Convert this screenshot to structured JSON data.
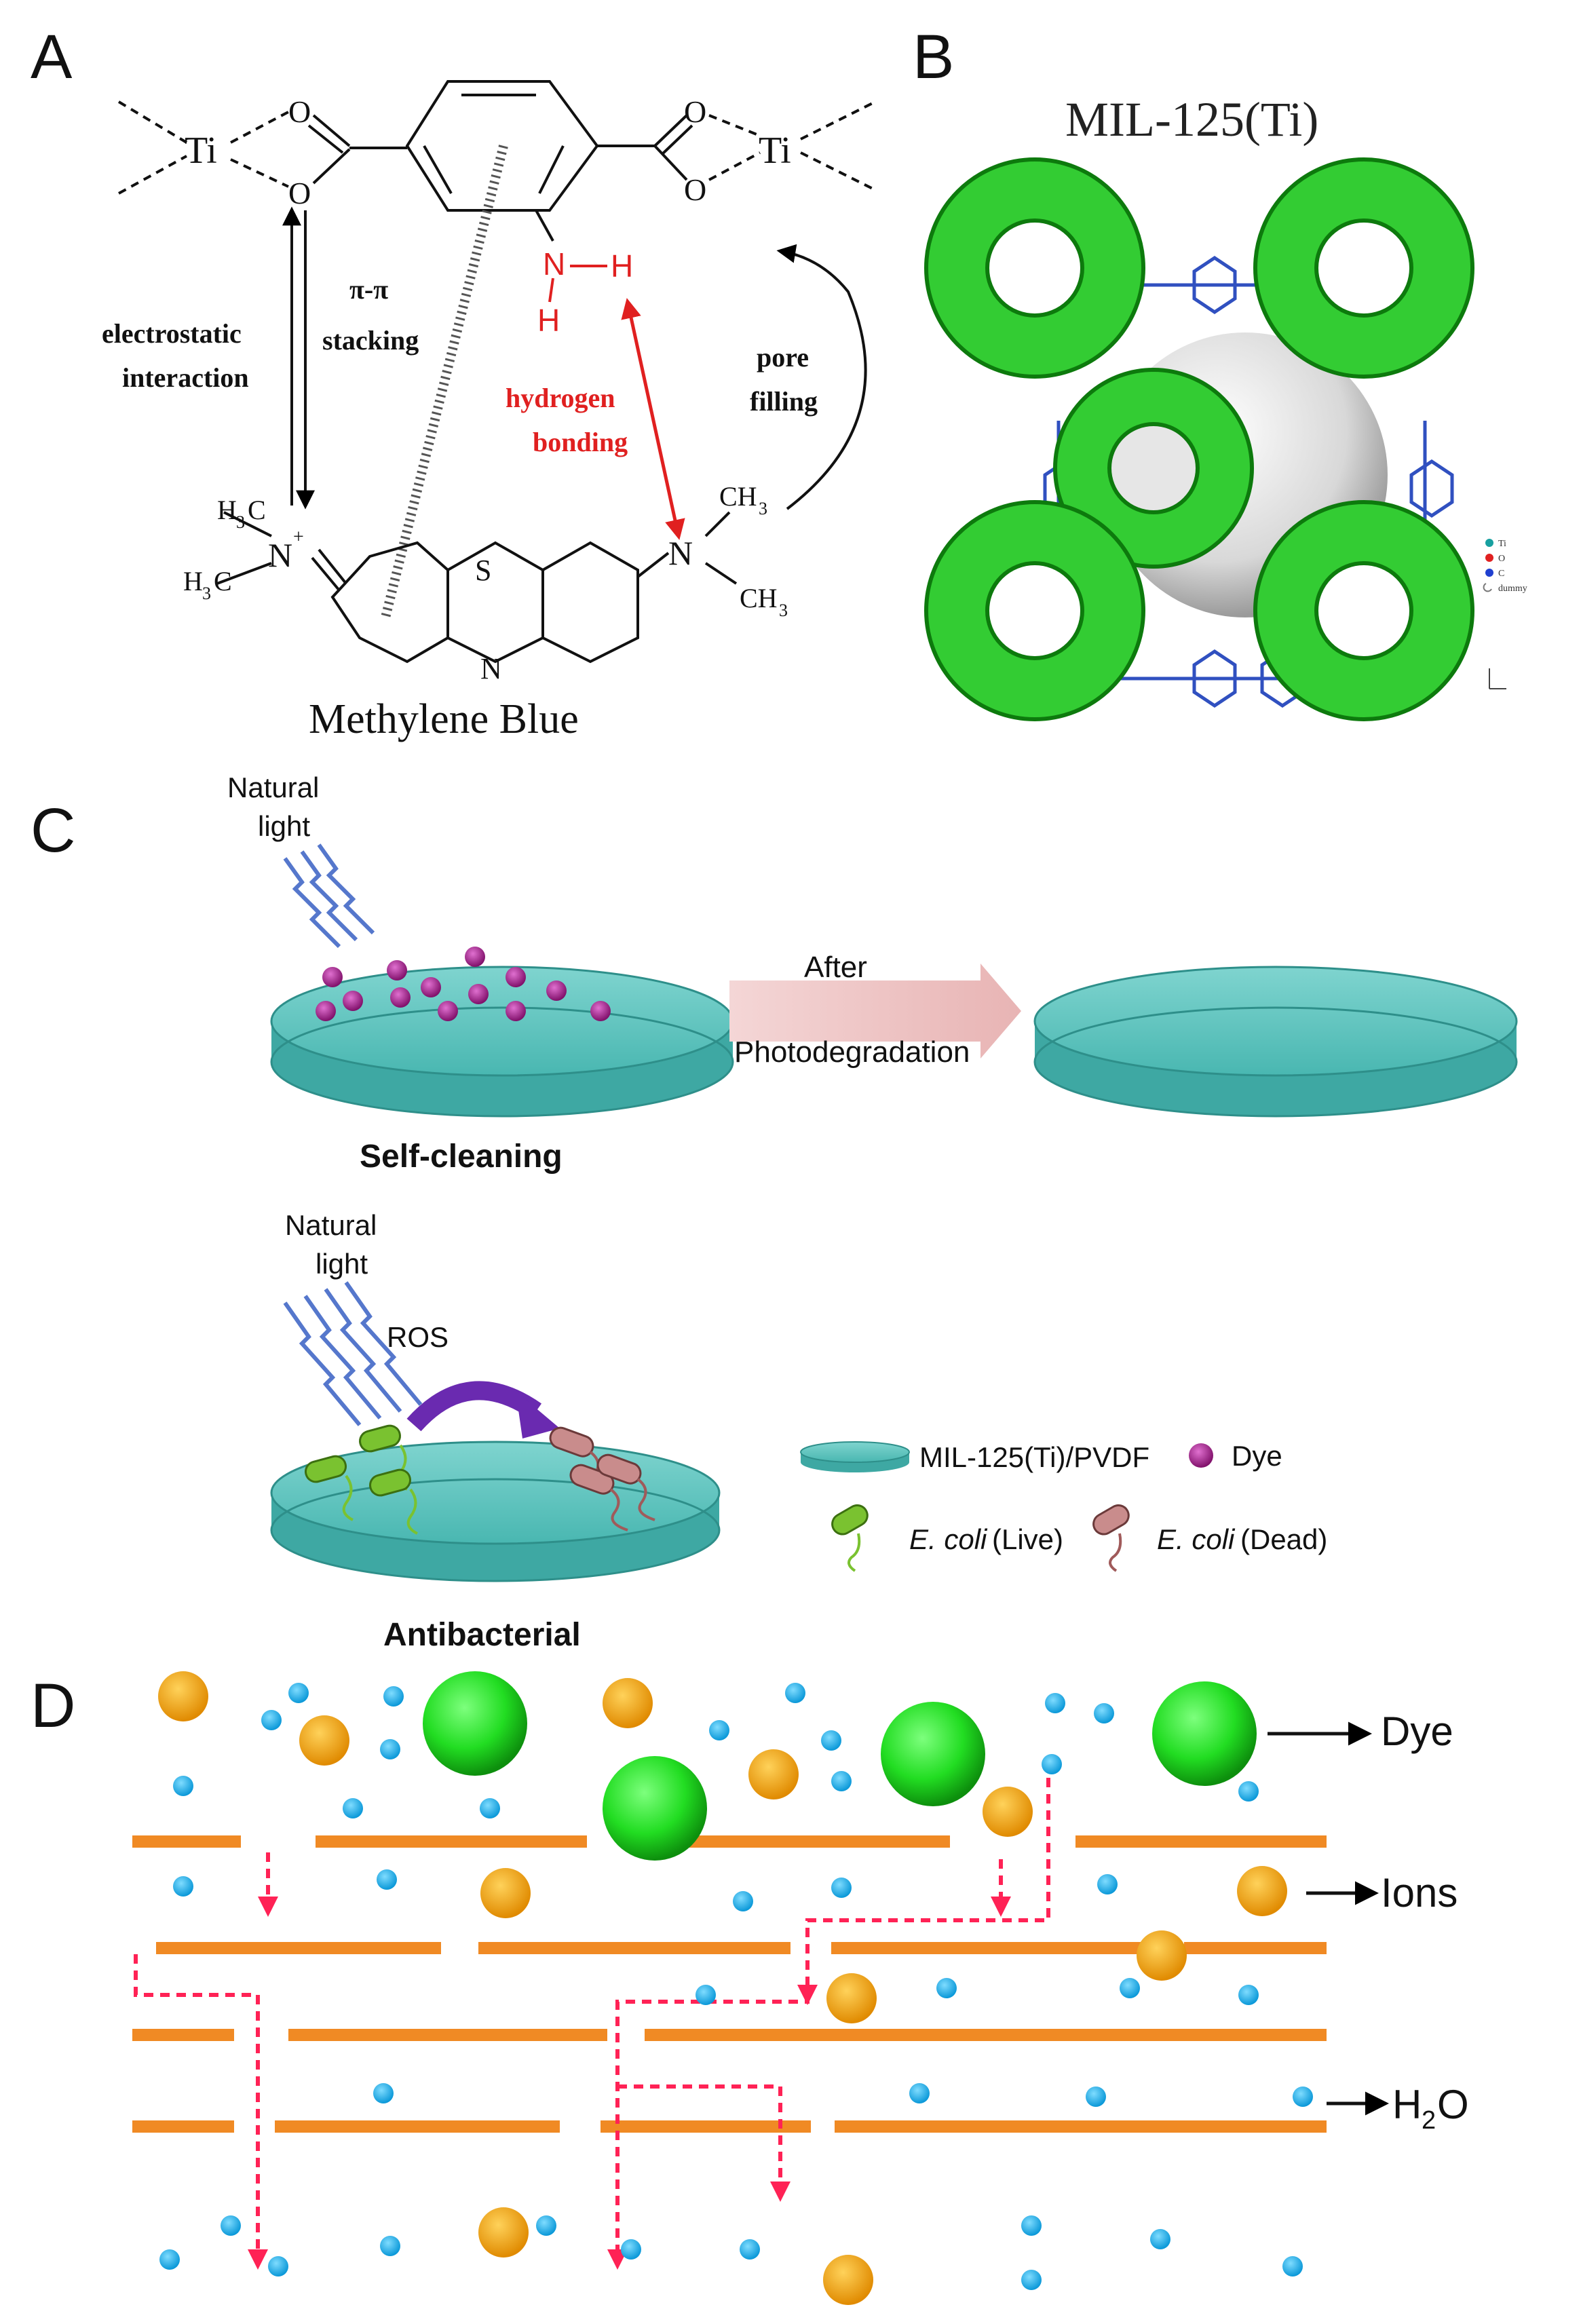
{
  "panels": {
    "a": {
      "letter": "A",
      "ti_left": "Ti",
      "ti_right": "Ti",
      "o_label": "O",
      "n_label": "N",
      "h_label": "H",
      "s_label": "S",
      "ch3": "CH",
      "h3c": "H",
      "three": "3",
      "plus": "+",
      "electrostatic_1": "electrostatic",
      "electrostatic_2": "interaction",
      "pipi_1": "π-π",
      "pipi_2": "stacking",
      "hbond_1": "hydrogen",
      "hbond_2": "bonding",
      "pore_1": "pore",
      "pore_2": "filling",
      "molecule_name": "Methylene Blue"
    },
    "b": {
      "letter": "B",
      "title": "MIL-125(Ti)",
      "legend": [
        "Ti",
        "O",
        "C",
        "dummy"
      ]
    },
    "c": {
      "letter": "C",
      "natural_light_1": "Natural",
      "natural_light_2": "light",
      "after": "After",
      "photodegradation": "Photodegradation",
      "self_cleaning": "Self-cleaning",
      "ros": "ROS",
      "antibacterial": "Antibacterial",
      "legend_membrane": "MIL-125(Ti)/PVDF",
      "legend_dye": "Dye",
      "legend_ecoli": "E. coli",
      "legend_live": "(Live)",
      "legend_dead": "(Dead)"
    },
    "d": {
      "letter": "D",
      "dye": "Dye",
      "ions": "Ions",
      "h2o_h": "H",
      "h2o_2": "2",
      "h2o_o": "O"
    }
  },
  "colors": {
    "dye_green": "#22dd22",
    "ion_orange": "#f5a300",
    "water_blue": "#1ab0ee",
    "layer_orange": "#f08a24",
    "path_red": "#ff2255",
    "mof_green": "#33cc33",
    "membrane_teal": "#3fb5b0",
    "hbond_red": "#e02020",
    "dye_purple": "#a0208a",
    "light_blue": "#5577cc",
    "ros_purple": "#6a2ab0"
  }
}
